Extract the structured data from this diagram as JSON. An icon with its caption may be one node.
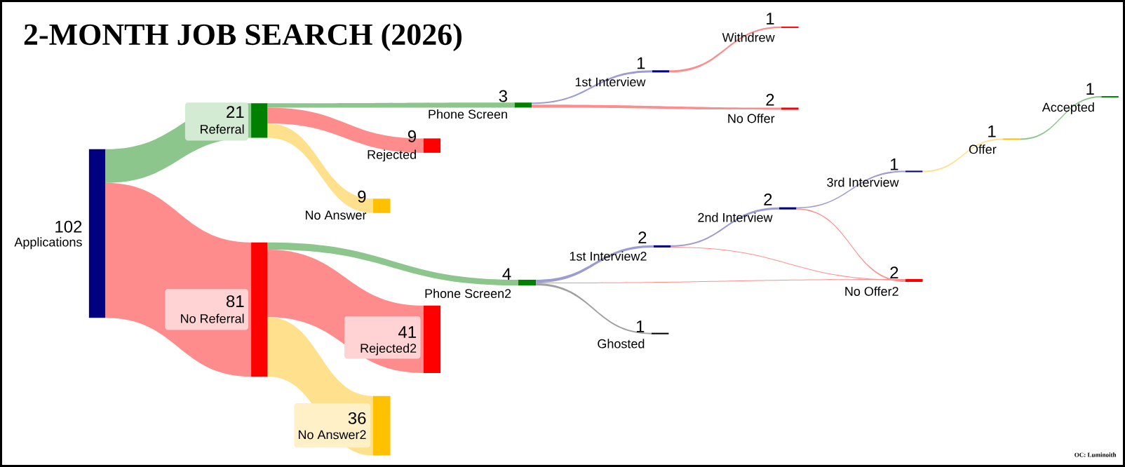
{
  "diagram": {
    "title": "2-MONTH JOB SEARCH (2026)",
    "nodes": [
      {
        "text": [
          "102",
          "Applications"
        ]
      },
      {
        "text": [
          "21",
          "Referral"
        ]
      },
      {
        "text": [
          "81",
          "No Referral"
        ]
      },
      {
        "text": [
          "3",
          "Phone Screen"
        ]
      },
      {
        "text": [
          "9",
          "Rejected"
        ]
      },
      {
        "text": [
          "9",
          "No Answer"
        ]
      },
      {
        "text": [
          "1",
          "1st Interview"
        ]
      },
      {
        "text": [
          "2",
          "No Offer"
        ]
      },
      {
        "text": [
          "1",
          "Withdrew"
        ]
      },
      {
        "text": [
          "4",
          "Phone Screen2"
        ]
      },
      {
        "text": [
          "41",
          "Rejected2"
        ]
      },
      {
        "text": [
          "36",
          "No Answer2"
        ]
      },
      {
        "text": [
          "2",
          "1st Interview2"
        ]
      },
      {
        "text": [
          "2",
          "No Offer2"
        ]
      },
      {
        "text": [
          "1",
          "Ghosted"
        ]
      },
      {
        "text": [
          "2",
          "2nd Interview"
        ]
      },
      {
        "text": [
          "1",
          "3rd Interview"
        ]
      },
      {
        "text": [
          "1",
          "Offer"
        ]
      },
      {
        "text": [
          "1",
          "Accepted"
        ]
      }
    ],
    "edges": [
      {
        "from": 0,
        "to": 1,
        "arrow": "none",
        "color": "#8cc68c"
      },
      {
        "from": 0,
        "to": 2,
        "arrow": "none"
      },
      {
        "from": 1,
        "to": 3,
        "arrow": "none",
        "color": "#8cc68c"
      },
      {
        "from": 1,
        "to": 4,
        "arrow": "none"
      },
      {
        "from": 1,
        "to": 5,
        "arrow": "none",
        "color": "#ffe08c"
      },
      {
        "from": 3,
        "to": 6,
        "arrow": "none",
        "color": "#9c9cd0"
      },
      {
        "from": 3,
        "to": 7,
        "arrow": "none"
      },
      {
        "from": 6,
        "to": 8,
        "arrow": "none"
      },
      {
        "from": 2,
        "to": 9,
        "arrow": "none",
        "color": "#8cc68c"
      },
      {
        "from": 2,
        "to": 10,
        "arrow": "none"
      },
      {
        "from": 2,
        "to": 11,
        "arrow": "none",
        "color": "#ffe08c"
      },
      {
        "from": 9,
        "to": 12,
        "arrow": "none",
        "color": "#9c9cd0"
      },
      {
        "from": 9,
        "to": 13,
        "arrow": "none"
      },
      {
        "from": 9,
        "to": 14,
        "arrow": "none",
        "color": "#a0a0a0"
      },
      {
        "from": 12,
        "to": 15,
        "arrow": "none",
        "color": "#9c9cd0"
      },
      {
        "from": 12,
        "to": 13,
        "arrow": "none"
      },
      {
        "from": 15,
        "to": 16,
        "arrow": "none",
        "color": "#9c9cd0"
      },
      {
        "from": 15,
        "to": 13,
        "arrow": "none"
      },
      {
        "from": 16,
        "to": 17,
        "arrow": "none",
        "color": "#ffe08c"
      },
      {
        "from": 17,
        "to": 18,
        "arrow": "none",
        "color": "#8cc68c"
      }
    ],
    "labels": [
      "OC: Luminoith"
    ]
  }
}
